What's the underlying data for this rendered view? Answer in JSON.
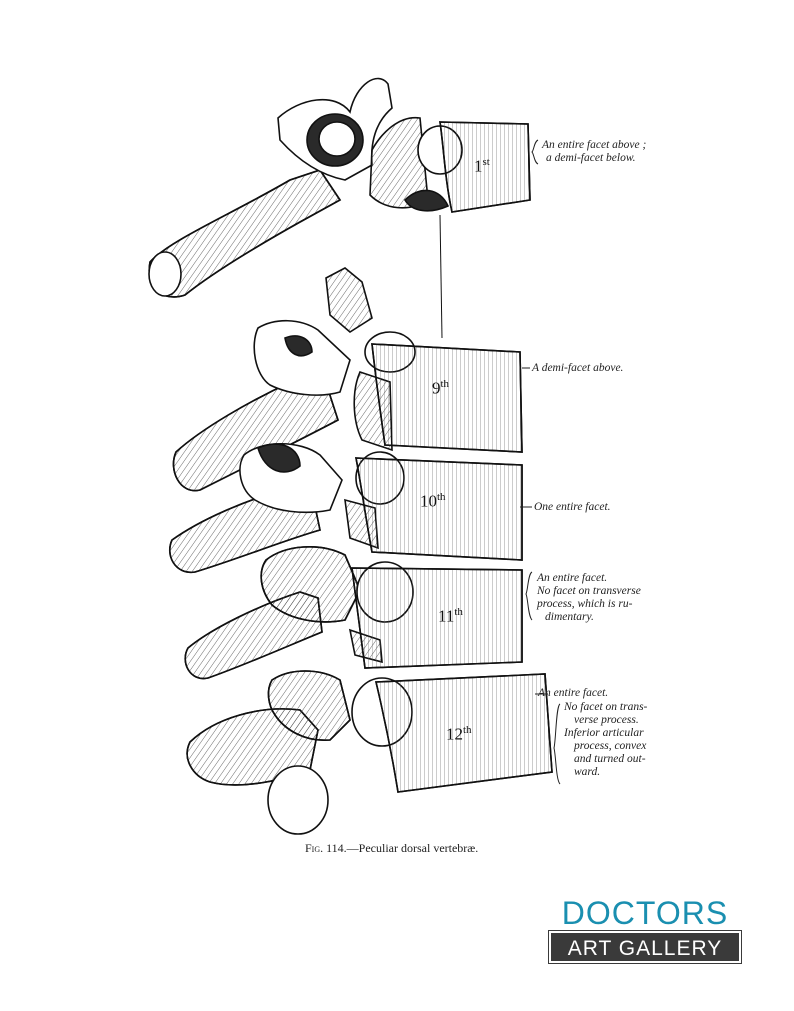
{
  "vertebrae": {
    "v1": {
      "number": "1",
      "suffix": "st"
    },
    "v9": {
      "number": "9",
      "suffix": "th"
    },
    "v10": {
      "number": "10",
      "suffix": "th"
    },
    "v11": {
      "number": "11",
      "suffix": "th"
    },
    "v12": {
      "number": "12",
      "suffix": "th"
    }
  },
  "annotations": {
    "first": [
      "An entire facet above ;",
      "a demi-facet below."
    ],
    "ninth": [
      "A demi-facet above."
    ],
    "tenth": [
      "One entire facet."
    ],
    "eleventh": [
      "An entire facet.",
      "No facet on transverse",
      "process, which is ru-",
      "dimentary."
    ],
    "twelfth_top": [
      "An entire facet."
    ],
    "twelfth": [
      "No facet on trans-",
      "verse process.",
      "Inferior articular",
      "process, convex",
      "and turned out-",
      "ward."
    ]
  },
  "caption": {
    "fig": "Fig. 114.",
    "text": "—Peculiar dorsal vertebræ."
  },
  "logo": {
    "top": "DOCTORS",
    "bottom": "ART GALLERY",
    "accent": "#1a8fb0",
    "band": "#3a3a3a"
  }
}
